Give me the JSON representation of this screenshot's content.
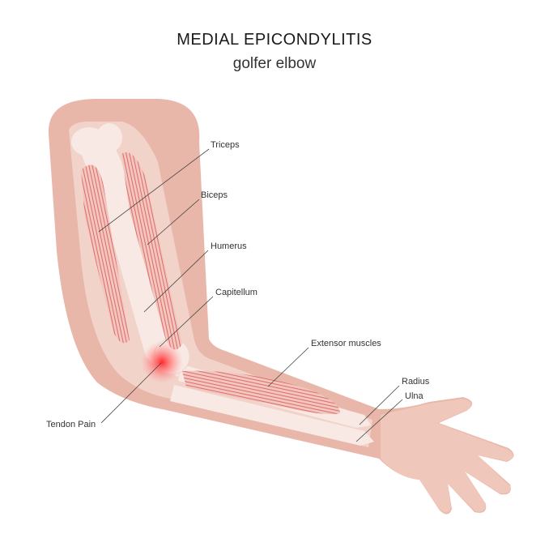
{
  "title": "MEDIAL EPICONDYLITIS",
  "subtitle": "golfer elbow",
  "labels": {
    "triceps": "Triceps",
    "biceps": "Biceps",
    "humerus": "Humerus",
    "capitellum": "Capitellum",
    "extensor": "Extensor muscles",
    "radius": "Radius",
    "ulna": "Ulna",
    "tendon_pain": "Tendon Pain"
  },
  "colors": {
    "skin": "#e9b7aa",
    "inner": "#f2d3ca",
    "bone": "#f8e9e4",
    "muscle": "#d9545a",
    "pain": "#ff3030"
  }
}
